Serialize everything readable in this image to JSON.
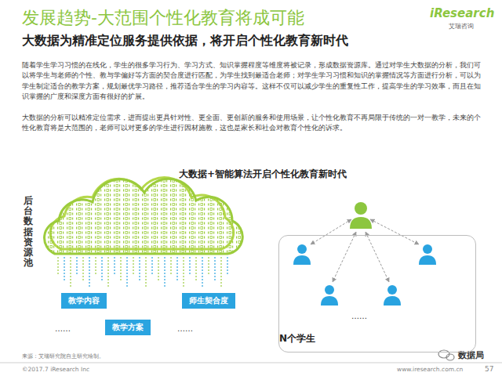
{
  "diagram": {
    "title": "发展趋势-大范围个性化教育将成可能",
    "nodes": [
      {
        "text": [
          "教学内容"
        ]
      },
      {
        "text": [
          "师生契合度"
        ]
      },
      {
        "text": [
          "教学方案"
        ]
      },
      {
        "text": [
          "N个学生"
        ]
      }
    ],
    "labels": [
      "iResearch",
      "艾瑞咨询",
      "大数据为精准定位服务提供依据，将开启个性化教育新时代",
      "随着学生学习习惯的在线化，学生的很多学习行为、学习方式、知识掌握程度等维度将被记录，形成数据资源库。通过对学生大数据的分析，我们可以将学生与老师的个性、教与学偏好等方面的契合度进行匹配，为学生找到最适合老师；对学生学习习惯和知识的掌握情况等方面进行分析，可以为学生制定适合的教学方案，规划最优学习路径，推荐适合学生的学习内容等。这样不仅可以减少学生的重复性工作，提高学生的学习效率，而且在知识掌握的广度和深度方面有很好的扩展。",
      "大数据的分析可以精准定位需求，进而提出更具针对性、更全面、更创新的服务和使用场景，让个性化教育不再局限于传统的一对一教学，未来的个性化教育将是大范围的，老师可以对更多的学生进行因材施教，这也是家长和社会对教育个性化的诉求。",
      "大数据+智能算法开启个性化教育新时代",
      "后台数据资源池",
      "……",
      "……",
      "……",
      "来源：艾瑞研究院自主研究绘制。",
      "©2017.7 iResearch Inc",
      "www.iresearch.com.cn",
      "57",
      "数据局"
    ]
  }
}
